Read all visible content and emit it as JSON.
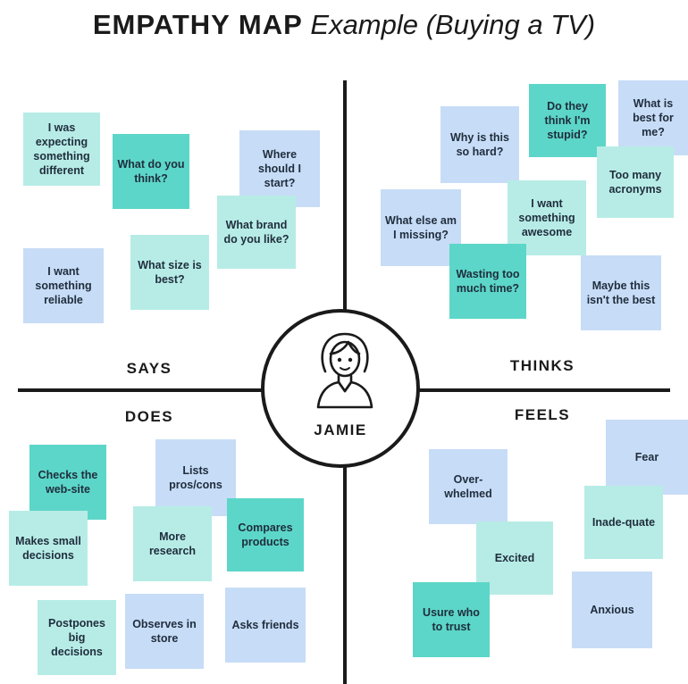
{
  "title": {
    "main": "EMPATHY MAP",
    "sub": "Example (Buying a TV)"
  },
  "persona": {
    "name": "JAMIE",
    "icon": "person-icon"
  },
  "quadrants": {
    "says": "SAYS",
    "thinks": "THINKS",
    "does": "DOES",
    "feels": "FEELS"
  },
  "colors": {
    "blue": "#c7dcf6",
    "light_teal": "#b7ece6",
    "teal": "#5cd6c8",
    "ink": "#1a1a1a"
  },
  "notes": {
    "says": [
      {
        "text": "I was expecting something different",
        "color": "light_teal"
      },
      {
        "text": "What do you think?",
        "color": "teal"
      },
      {
        "text": "Where should I start?",
        "color": "blue"
      },
      {
        "text": "What brand do you like?",
        "color": "light_teal"
      },
      {
        "text": "I want something reliable",
        "color": "blue"
      },
      {
        "text": "What size is best?",
        "color": "light_teal"
      }
    ],
    "thinks": [
      {
        "text": "Why is this so hard?",
        "color": "blue"
      },
      {
        "text": "Do they think I'm stupid?",
        "color": "teal"
      },
      {
        "text": "What is best for me?",
        "color": "blue"
      },
      {
        "text": "Too many acronyms",
        "color": "light_teal"
      },
      {
        "text": "What else am I missing?",
        "color": "blue"
      },
      {
        "text": "I want something awesome",
        "color": "light_teal"
      },
      {
        "text": "Wasting too much time?",
        "color": "teal"
      },
      {
        "text": "Maybe this isn't the best",
        "color": "blue"
      }
    ],
    "does": [
      {
        "text": "Checks the web-site",
        "color": "teal"
      },
      {
        "text": "Lists pros/cons",
        "color": "blue"
      },
      {
        "text": "Makes small decisions",
        "color": "light_teal"
      },
      {
        "text": "More research",
        "color": "light_teal"
      },
      {
        "text": "Compares products",
        "color": "teal"
      },
      {
        "text": "Postpones big decisions",
        "color": "light_teal"
      },
      {
        "text": "Observes in store",
        "color": "blue"
      },
      {
        "text": "Asks friends",
        "color": "blue"
      }
    ],
    "feels": [
      {
        "text": "Fear",
        "color": "blue"
      },
      {
        "text": "Over-whelmed",
        "color": "blue"
      },
      {
        "text": "Inade-quate",
        "color": "light_teal"
      },
      {
        "text": "Excited",
        "color": "light_teal"
      },
      {
        "text": "Usure who to trust",
        "color": "teal"
      },
      {
        "text": "Anxious",
        "color": "blue"
      }
    ]
  }
}
